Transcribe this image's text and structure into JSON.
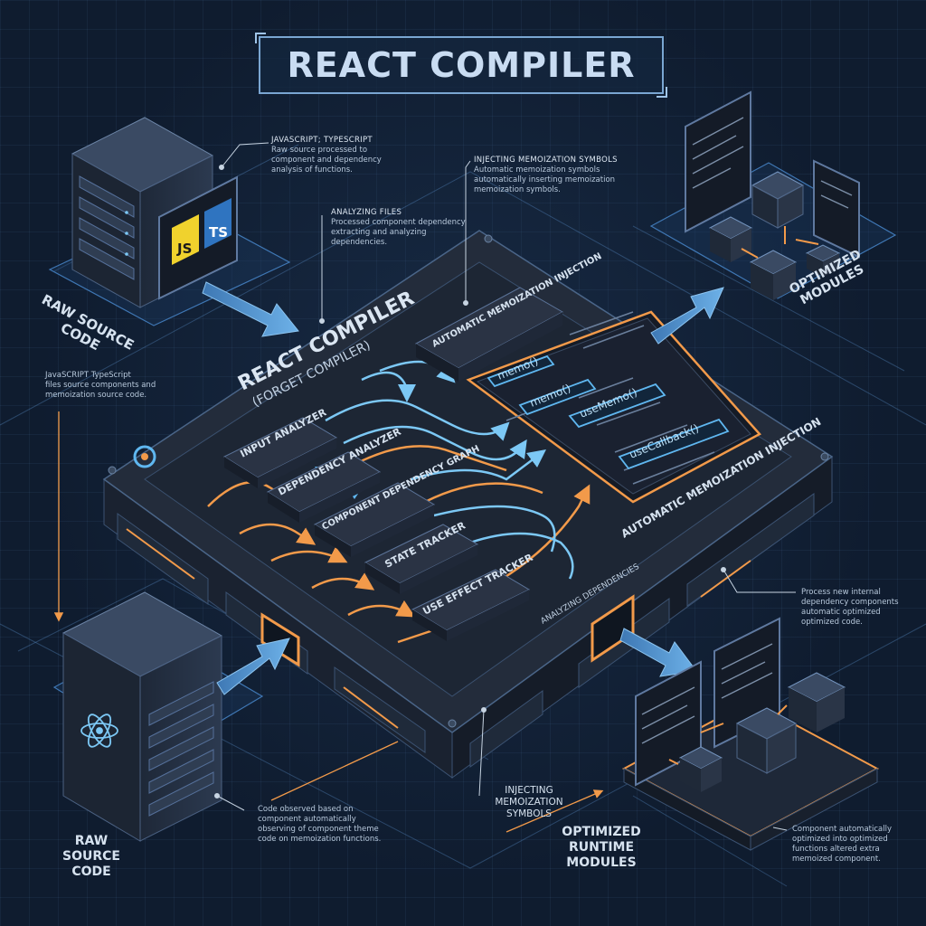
{
  "title": "REACT COMPILER",
  "platform": {
    "title": "REACT COMPILER",
    "subtitle": "(FORGET COMPILER)",
    "side_label": "AUTOMATIC MEMOIZATION INJECTION",
    "analyzing_label": "ANALYZING DEPENDENCIES"
  },
  "stages": [
    {
      "label": "INPUT ANALYZER"
    },
    {
      "label": "DEPENDENCY ANALYZER"
    },
    {
      "label": "COMPONENT DEPENDENCY GRAPH"
    },
    {
      "label": "STATE TRACKER"
    },
    {
      "label": "USE EFFECT TRACKER"
    }
  ],
  "injection_box": {
    "label": "AUTOMATIC MEMOIZATION INJECTION"
  },
  "code_panel": {
    "items": [
      "memo()",
      "memo()",
      "useMemo()",
      "useCallback()"
    ]
  },
  "badges": {
    "js": "JS",
    "ts": "TS"
  },
  "labels": {
    "raw_source_top": "RAW SOURCE CODE",
    "optimized_top": "OPTIMIZED MODULES",
    "raw_source_bottom": "RAW SOURCE CODE",
    "optimized_bottom": "OPTIMIZED RUNTIME MODULES",
    "injecting_bottom": "INJECTING MEMOIZATION SYMBOLS"
  },
  "notes": {
    "js_ts": {
      "heading": "JAVASCRIPT; TYPESCRIPT",
      "body": "Raw source processed to component and dependency analysis of functions."
    },
    "analyzing": {
      "heading": "ANALYZING FILES",
      "body": "Processed component dependency extracting and analyzing dependencies."
    },
    "injecting": {
      "heading": "INJECTING MEMOIZATION SYMBOLS",
      "body": "Automatic memoization symbols automatically inserting memoization memoization symbols."
    },
    "left_mid": {
      "heading": "JavaSCRIPT TypeScript",
      "body": "files source components and memoization source code."
    },
    "right_mid": {
      "heading": "",
      "body": "Process new internal dependency components automatic optimized optimized code."
    },
    "bottom_left": {
      "heading": "",
      "body": "Code observed based on component automatically observing of component theme code on memoization functions."
    },
    "bottom_right": {
      "heading": "",
      "body": "Component automatically optimized into optimized functions altered extra memoized component."
    }
  },
  "colors": {
    "background": "#0f1c2f",
    "accent_blue": "#5fb7f0",
    "accent_orange": "#f29a4a",
    "panel": "#1b2433",
    "text": "#d6e2ef"
  },
  "icons": [
    "server-icon",
    "react-atom-icon",
    "js-badge-icon",
    "ts-badge-icon",
    "cube-module-icon",
    "code-window-icon",
    "flow-arrow-icon"
  ]
}
